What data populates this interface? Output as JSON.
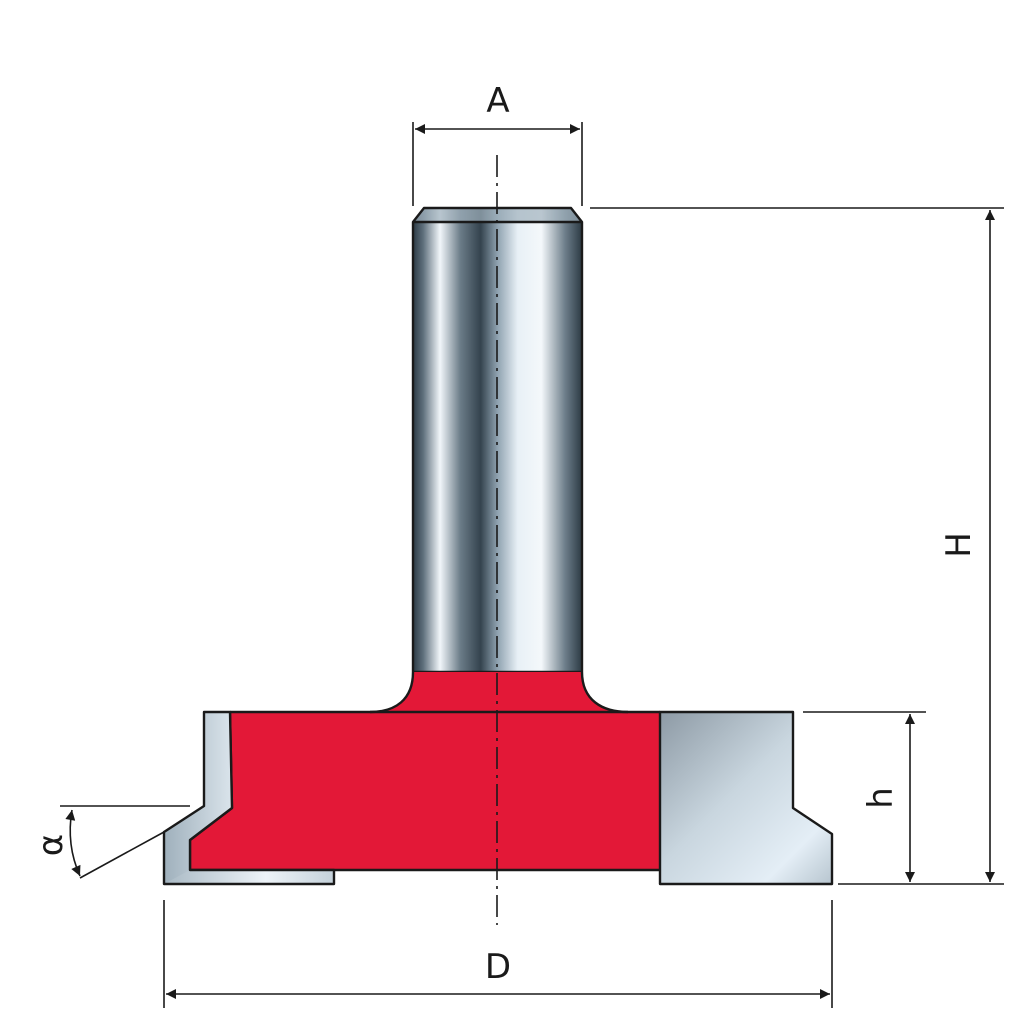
{
  "labels": {
    "shank_diameter": "A",
    "total_height": "H",
    "cutting_height": "h",
    "cutter_diameter": "D",
    "bevel_angle": "α"
  },
  "colors": {
    "body": "#e31837",
    "carbide_light": "#e4eef6",
    "carbide_dark": "#8d9aa5",
    "shank_dark": "#2c3a44",
    "shank_light": "#f1f6fa",
    "outline": "#1a1a1a"
  },
  "icons": {
    "arrowheads": "filled-triangle",
    "centerline": "dash-dot"
  }
}
